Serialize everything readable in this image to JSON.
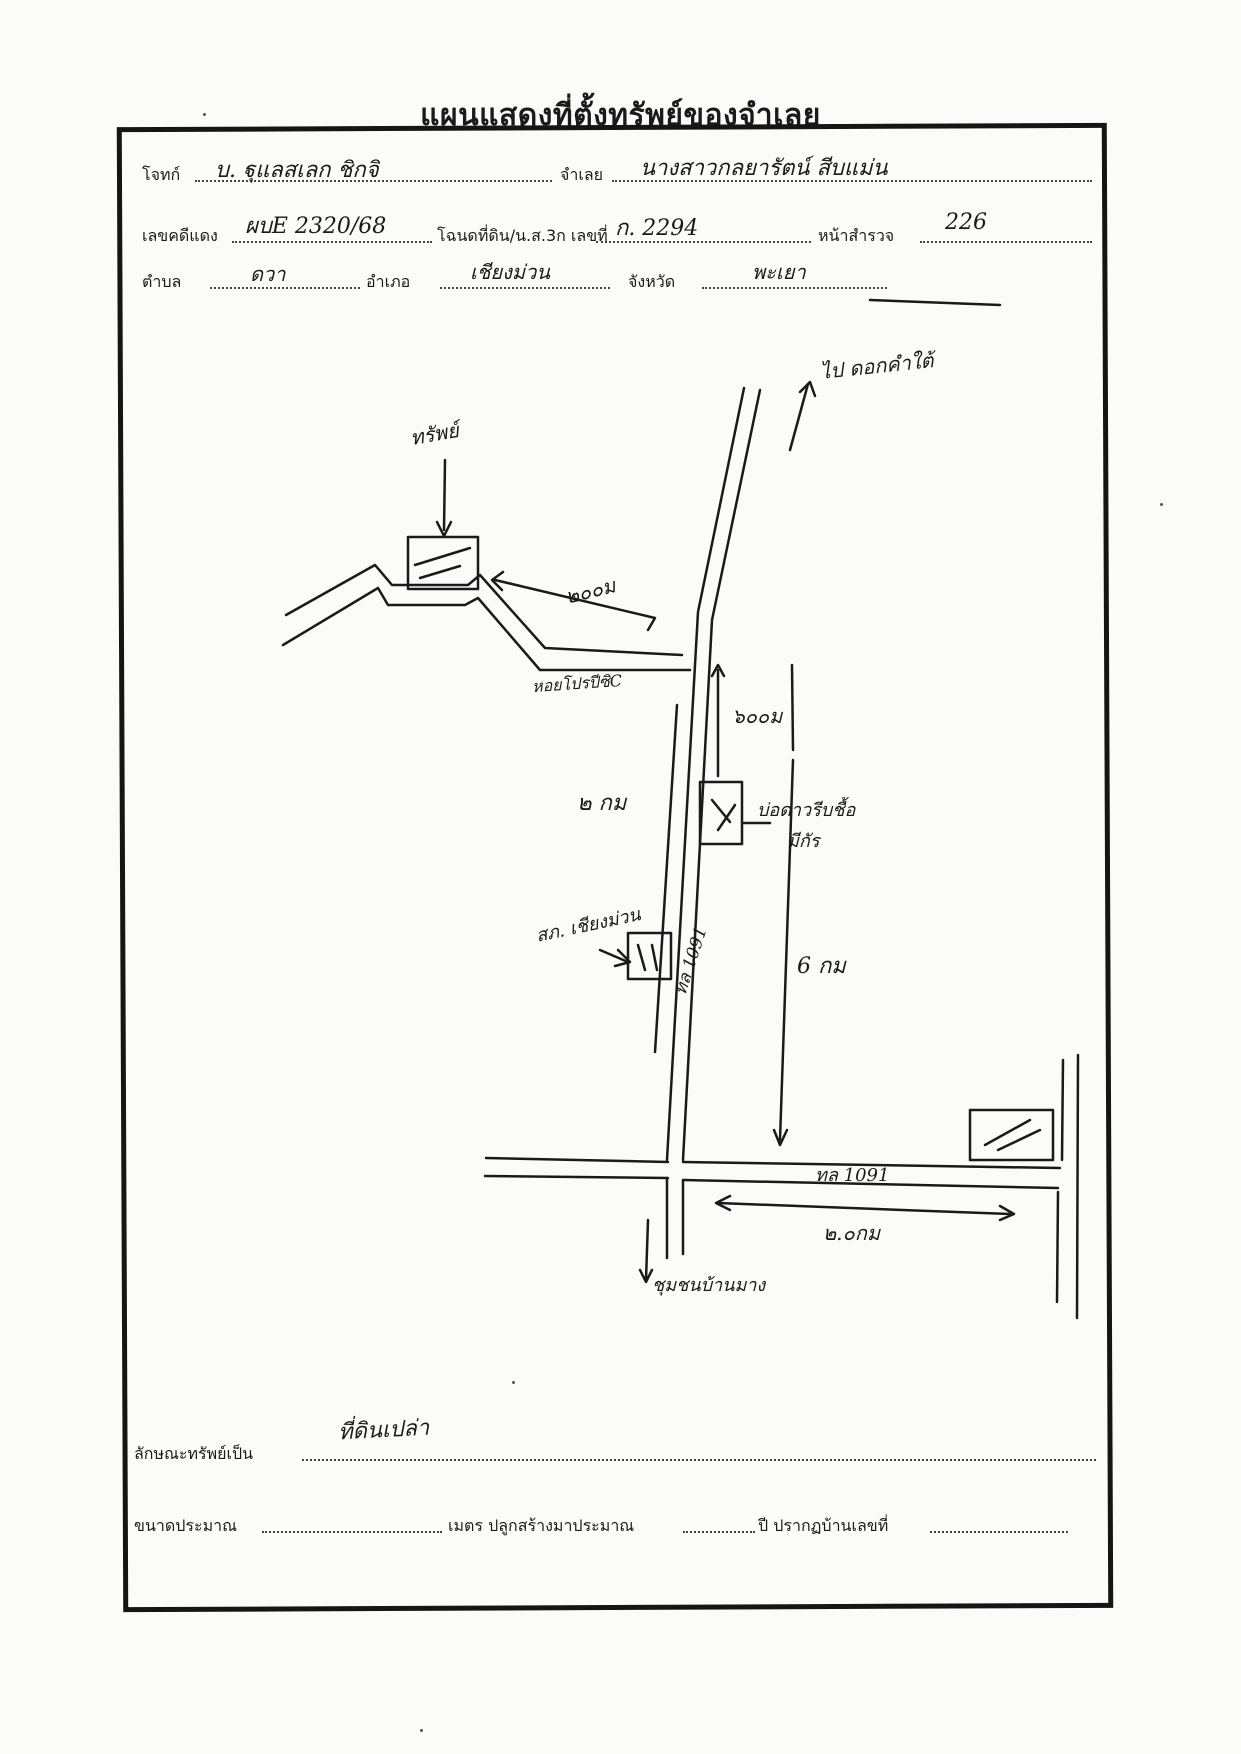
{
  "title": "แผนแสดงที่ตั้งทรัพย์ของจำเลย",
  "header_fields": {
    "plaintiff_label": "โจทก์",
    "plaintiff_value": "บ. ฐุแลสเลก ชิกจิ",
    "defendant_label": "จำเลย",
    "defendant_value": "นางสาวกลยารัตน์ สีบแม่น",
    "red_case_label": "เลขคดีแดง",
    "red_case_value": "ผบE 2320/68",
    "deed_label": "โฉนดที่ดิน/น.ส.3ก เลขที่",
    "deed_value": "ก. 2294",
    "survey_page_label": "หน้าสำรวจ",
    "survey_page_value": "226",
    "subdistrict_label": "ตำบล",
    "subdistrict_value": "ดวา",
    "district_label": "อำเภอ",
    "district_value": "เชียงม่วน",
    "province_label": "จังหวัด",
    "province_value": "พะเยา"
  },
  "map_labels": {
    "property_top": "ทรัพย์",
    "north_road": "ไป ดอกคำใต้",
    "distance_top": "๒๐๐ม",
    "side_road": "หอยโปรปีซิC",
    "distance_mid": "๖๐๐ม",
    "distance_2km": "๒ กม",
    "pond": "บ่อดาวรีบชื้อ",
    "pond_sub": "มีกัร",
    "police_station": "สภ. เชียงม่วน",
    "road_vertical": "ทล 1091",
    "distance_6km": "6 กม",
    "highway": "ทล 1091",
    "distance_bottom": "๒.๐กม",
    "south_label": "ชุมชนบ้านมาง"
  },
  "footer_fields": {
    "property_type_label": "ลักษณะทรัพย์เป็น",
    "property_type_value": "ที่ดินเปล่า",
    "size_label": "ขนาดประมาณ",
    "meter_label": "เมตร ปลูกสร้างมาประมาณ",
    "year_label": "ปี ปรากฏบ้านเลขที่"
  }
}
